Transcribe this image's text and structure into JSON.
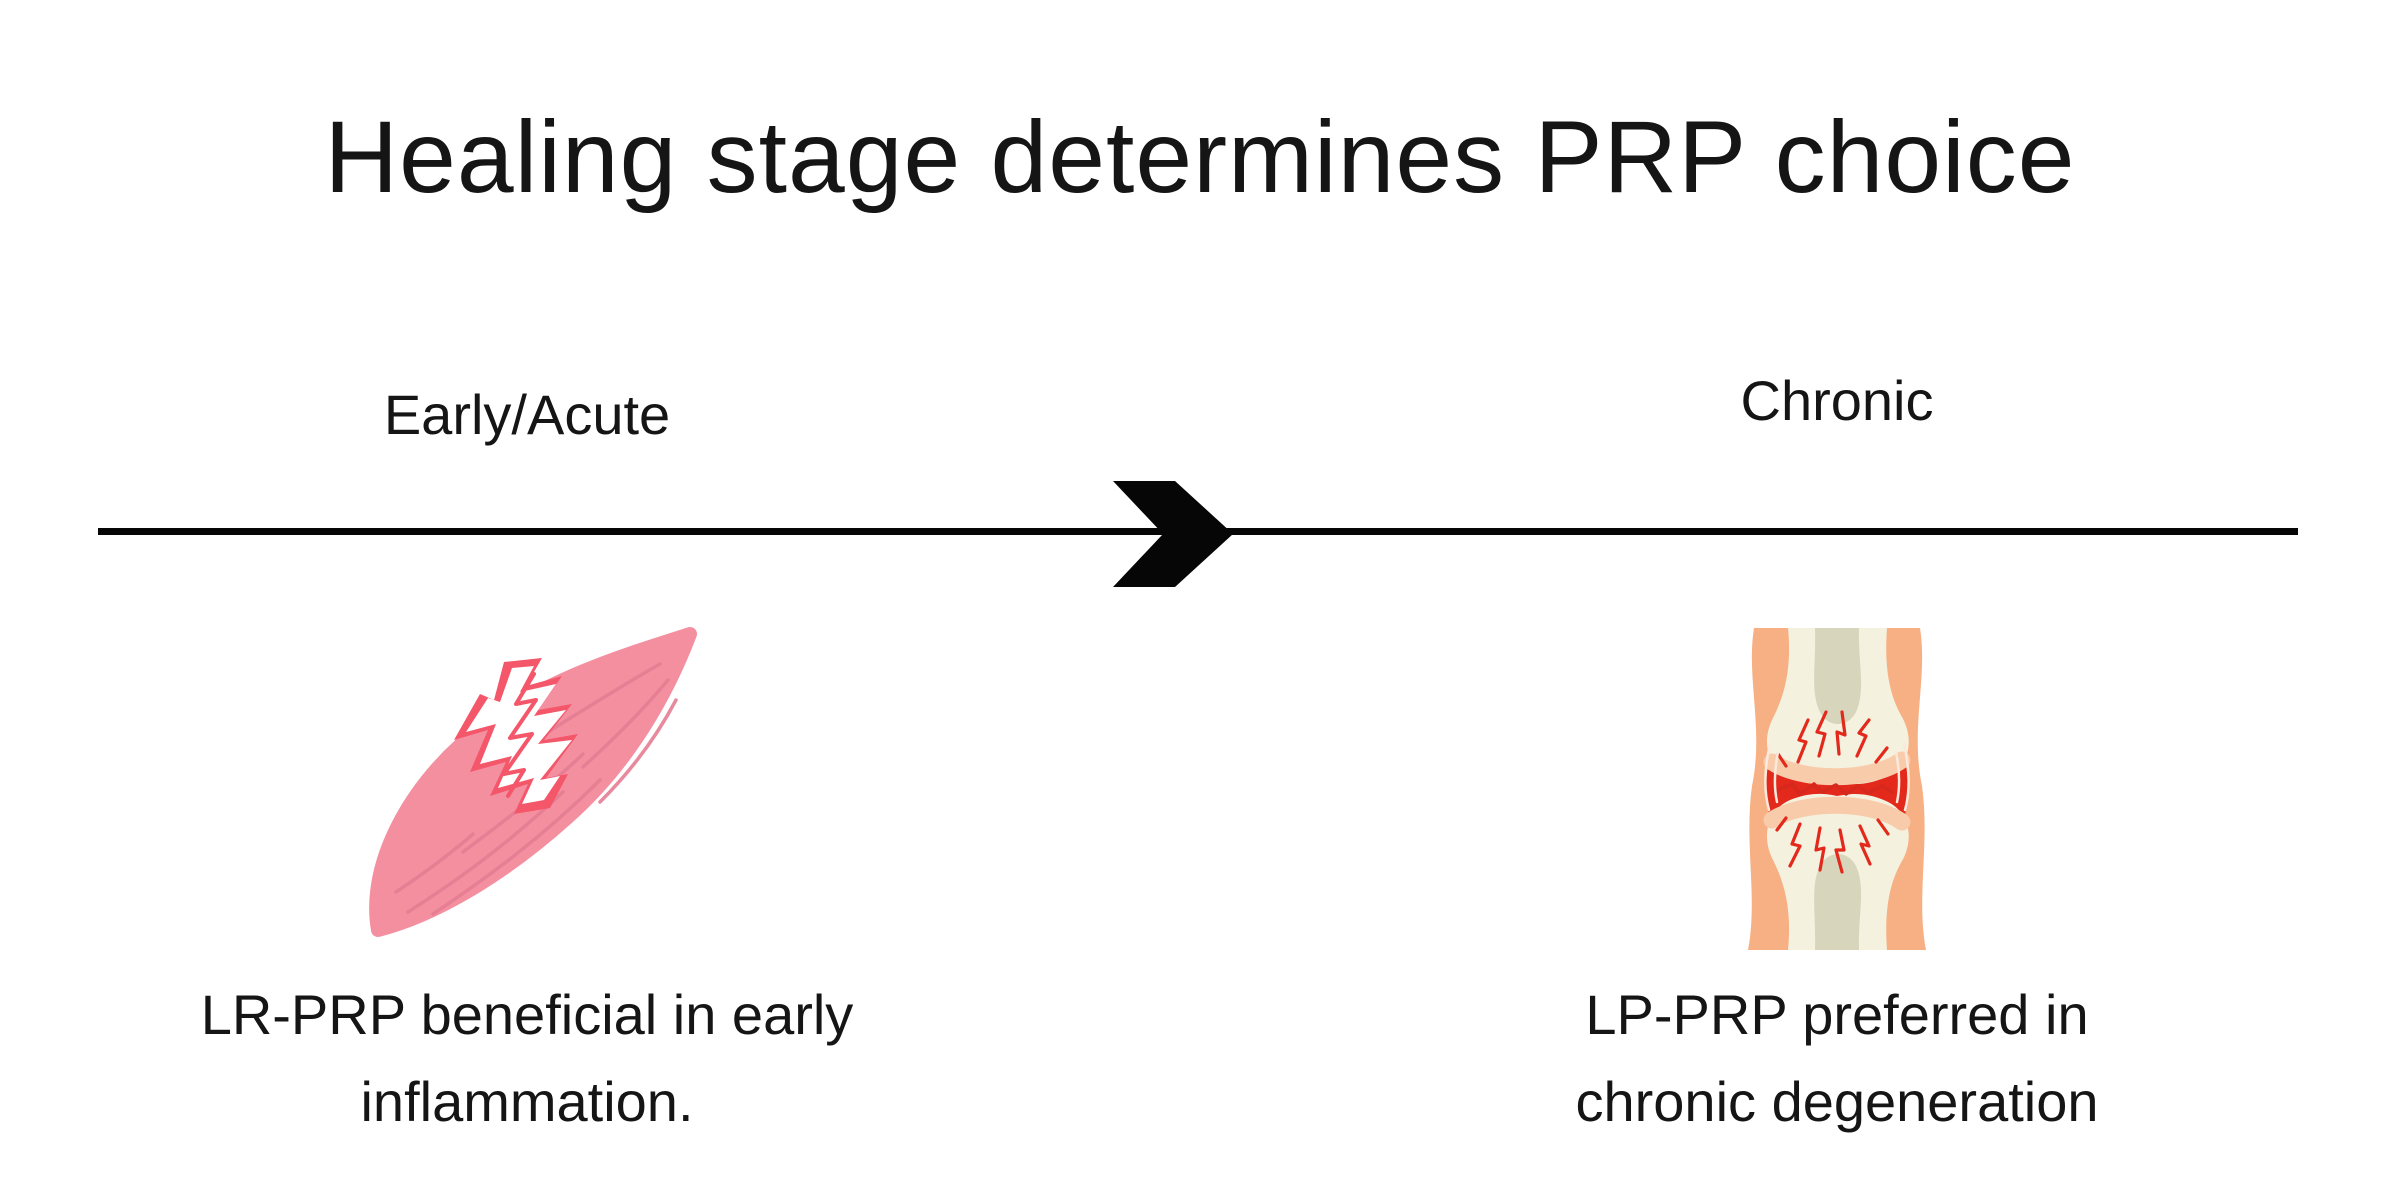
{
  "title": "Healing stage determines PRP choice",
  "timeline": {
    "left_label": "Early/Acute",
    "right_label": "Chronic",
    "arrow_icon": "chevron-right-icon",
    "line_color": "#060606"
  },
  "left_item": {
    "illustration": "torn-muscle-illustration",
    "caption": [
      "LR-PRP beneficial in early",
      "inflammation."
    ]
  },
  "right_item": {
    "illustration": "inflamed-joint-illustration",
    "caption": [
      "LP-PRP preferred in",
      "chronic degeneration"
    ]
  },
  "colors": {
    "background": "#ffffff",
    "text": "#151515",
    "line_black": "#060606",
    "muscle_pink": "#F48FA0",
    "muscle_striation": "#E57D92",
    "tear_red": "#F4566A",
    "tear_fill": "#ffffff",
    "skin_peach": "#F6B083",
    "bone_cream": "#F4F1DF",
    "bone_marrow": "#D8D5BD",
    "capsule_red": "#E2291B",
    "cartilage_pink": "#F8CBAB",
    "crack_red": "#D6281C"
  }
}
